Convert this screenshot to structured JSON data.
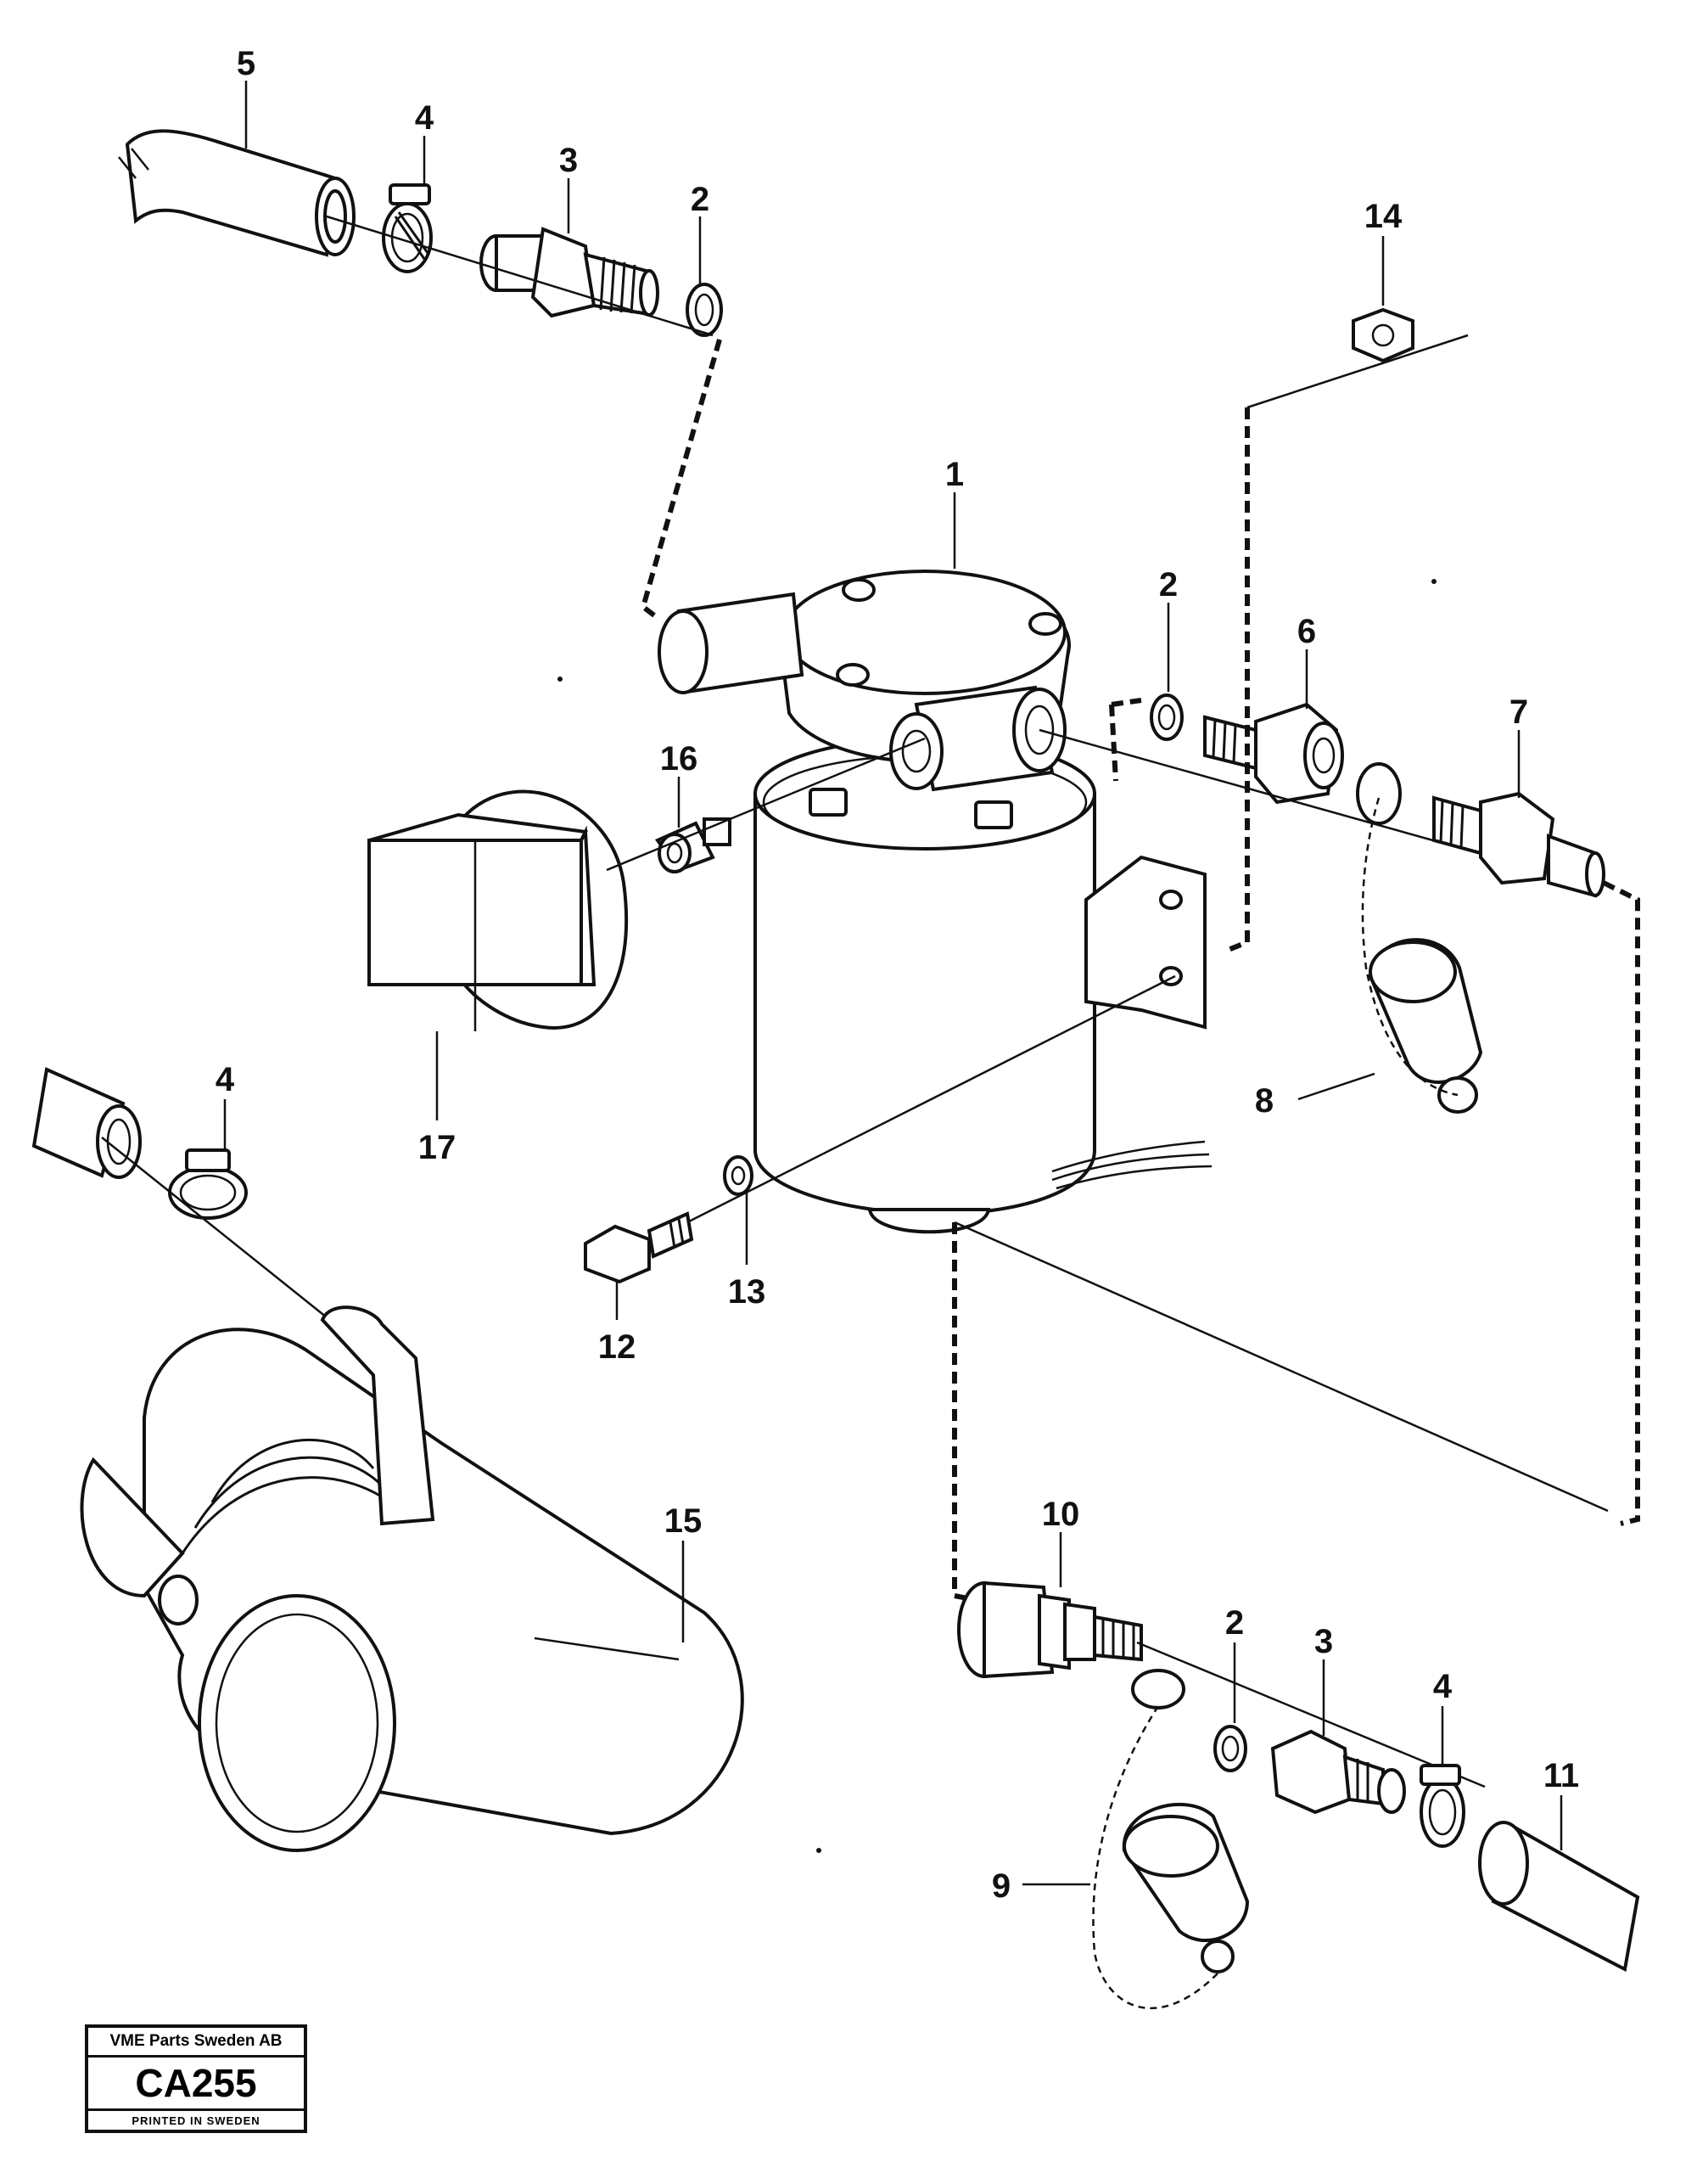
{
  "callouts": {
    "c1": "1",
    "c2a": "2",
    "c2b": "2",
    "c2c": "2",
    "c3a": "3",
    "c3b": "3",
    "c4a": "4",
    "c4b": "4",
    "c4c": "4",
    "c5": "5",
    "c6": "6",
    "c7": "7",
    "c8": "8",
    "c9": "9",
    "c10": "10",
    "c11": "11",
    "c12": "12",
    "c13": "13",
    "c14": "14",
    "c15": "15",
    "c16": "16",
    "c17": "17"
  },
  "title_block": {
    "company": "VME Parts Sweden AB",
    "code": "CA255",
    "printed": "PRINTED IN SWEDEN"
  }
}
